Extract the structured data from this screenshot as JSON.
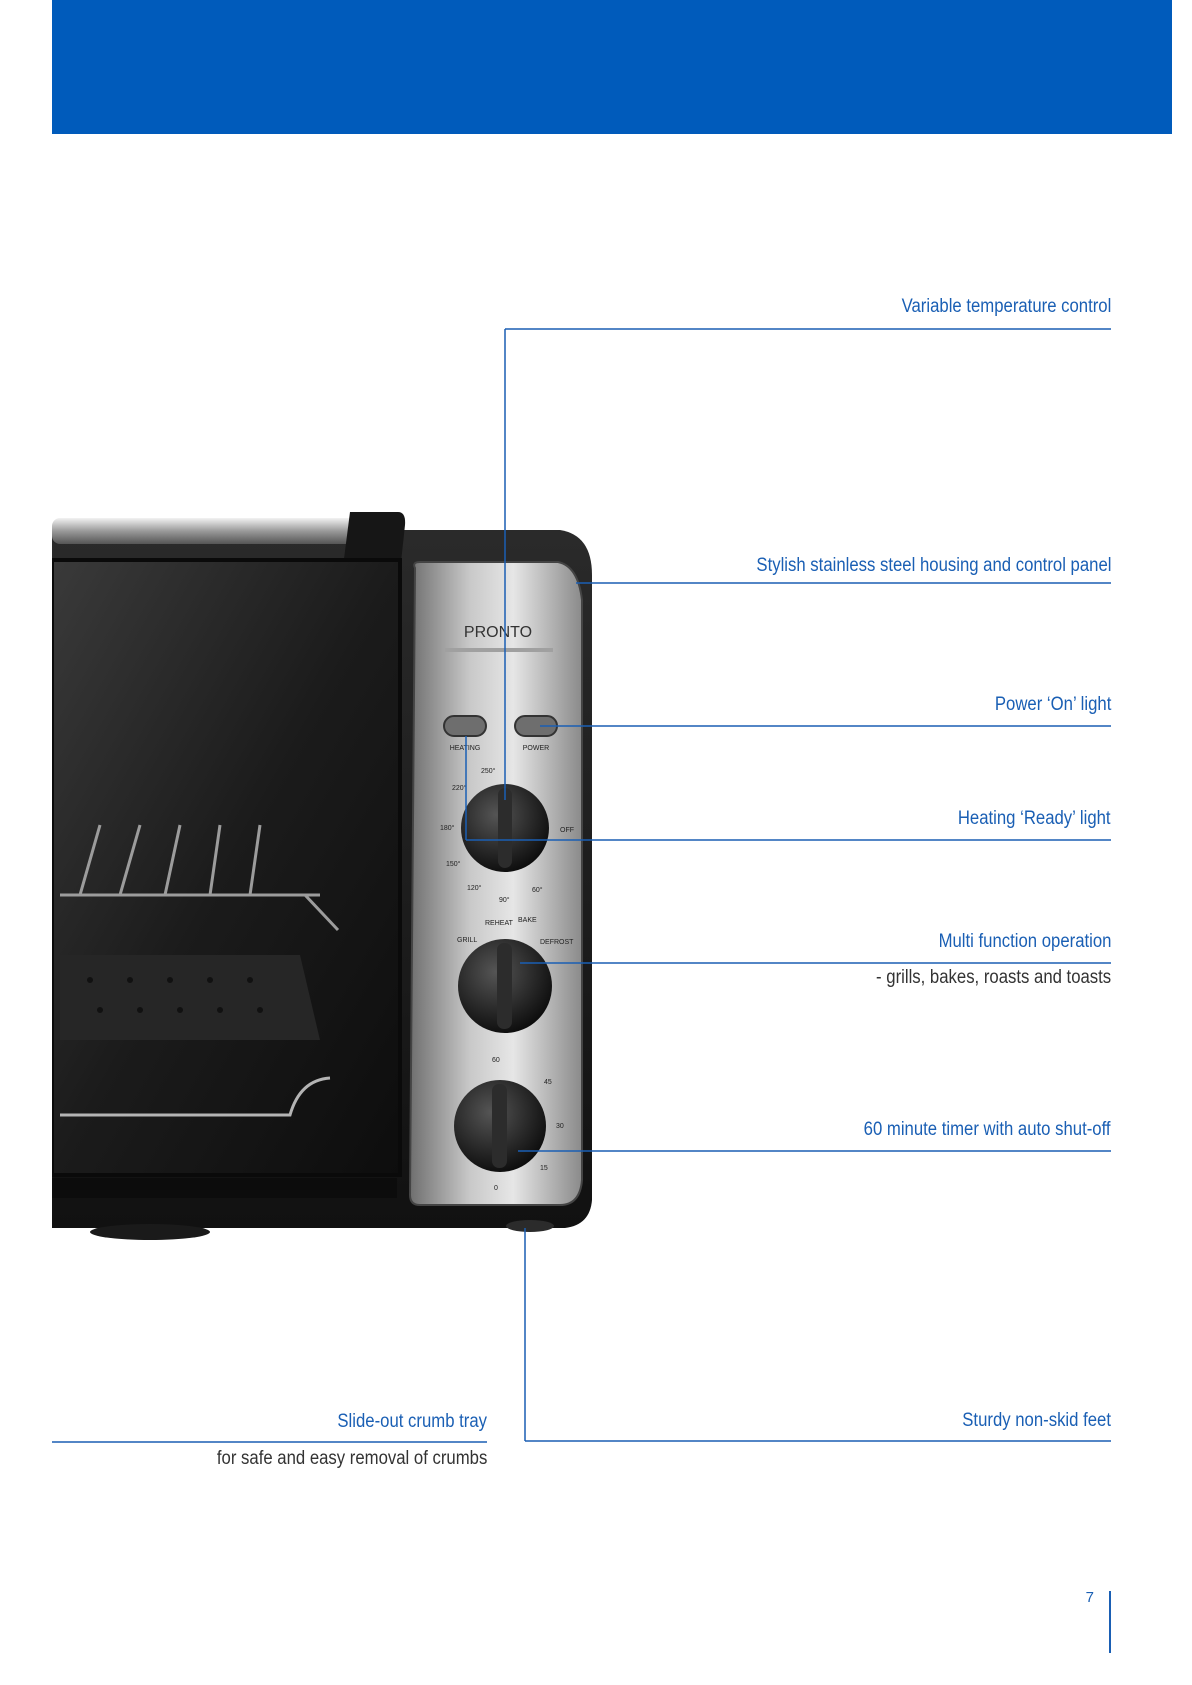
{
  "callouts": {
    "temperature": "Variable temperature control",
    "housing": "Stylish stainless steel housing and control panel",
    "power_light": "Power ‘On’ light",
    "ready_light": "Heating ‘Ready’ light",
    "multi_function": "Multi function operation",
    "multi_function_sub": "- grills, bakes, roasts and toasts",
    "timer": "60 minute timer with auto shut-off",
    "crumb_tray": "Slide-out crumb tray",
    "crumb_tray_sub": "for safe and easy removal of crumbs",
    "feet": "Sturdy non-skid feet"
  },
  "oven_panel": {
    "brand": "PRONTO",
    "heating_label": "HEATING",
    "power_label": "POWER",
    "temp_marks": [
      "250°",
      "220°",
      "180°",
      "150°",
      "120°",
      "90°",
      "60°",
      "OFF"
    ],
    "function_marks": [
      "GRILL",
      "REHEAT",
      "BAKE",
      "DEFROST"
    ],
    "timer_marks": [
      "60",
      "45",
      "30",
      "15",
      "0"
    ]
  },
  "page_number": "7",
  "colors": {
    "header": "#005bbb",
    "accent": "#1a5fb4",
    "body_text": "#333333"
  }
}
